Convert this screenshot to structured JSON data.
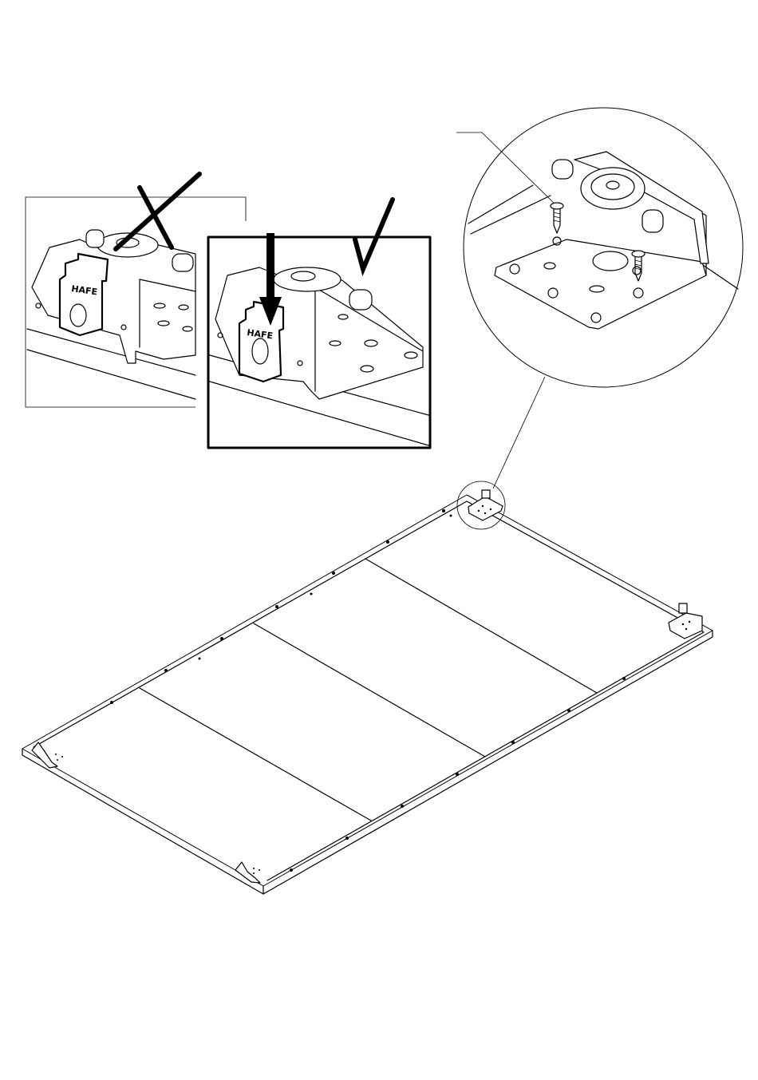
{
  "diagram": {
    "bracket_stamp_text": "HAFE",
    "incorrect_symbol": "cross-mark",
    "correct_symbol": "check-mark"
  }
}
